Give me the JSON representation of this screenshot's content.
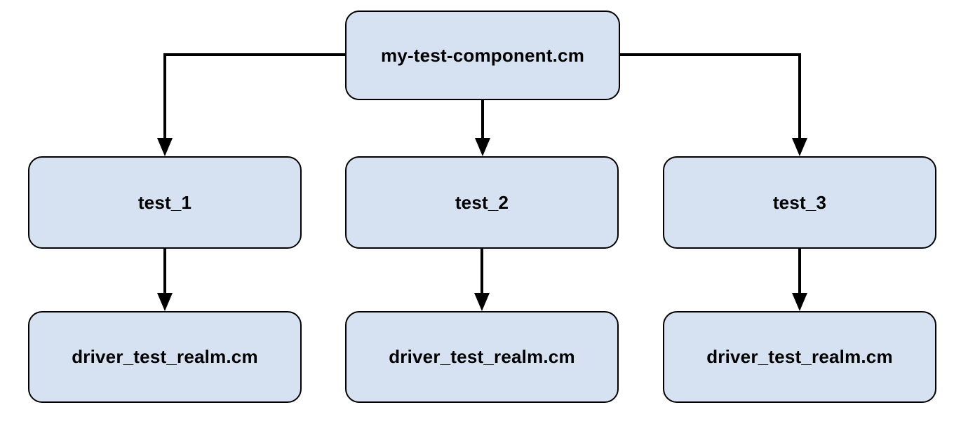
{
  "diagram": {
    "type": "tree",
    "background": "#ffffff",
    "node_style": {
      "fill": "#d6e2f1",
      "border_color": "#000000",
      "text_color": "#000000",
      "shape": "rounded-rectangle"
    },
    "arrow_color": "#000000",
    "nodes": {
      "root": {
        "label": "my-test-component.cm"
      },
      "test1": {
        "label": "test_1"
      },
      "test2": {
        "label": "test_2"
      },
      "test3": {
        "label": "test_3"
      },
      "driver1": {
        "label": "driver_test_realm.cm"
      },
      "driver2": {
        "label": "driver_test_realm.cm"
      },
      "driver3": {
        "label": "driver_test_realm.cm"
      }
    },
    "edges": [
      {
        "from": "my-test-component.cm",
        "to": "test_1"
      },
      {
        "from": "my-test-component.cm",
        "to": "test_2"
      },
      {
        "from": "my-test-component.cm",
        "to": "test_3"
      },
      {
        "from": "test_1",
        "to": "driver_test_realm.cm"
      },
      {
        "from": "test_2",
        "to": "driver_test_realm.cm"
      },
      {
        "from": "test_3",
        "to": "driver_test_realm.cm"
      }
    ]
  }
}
